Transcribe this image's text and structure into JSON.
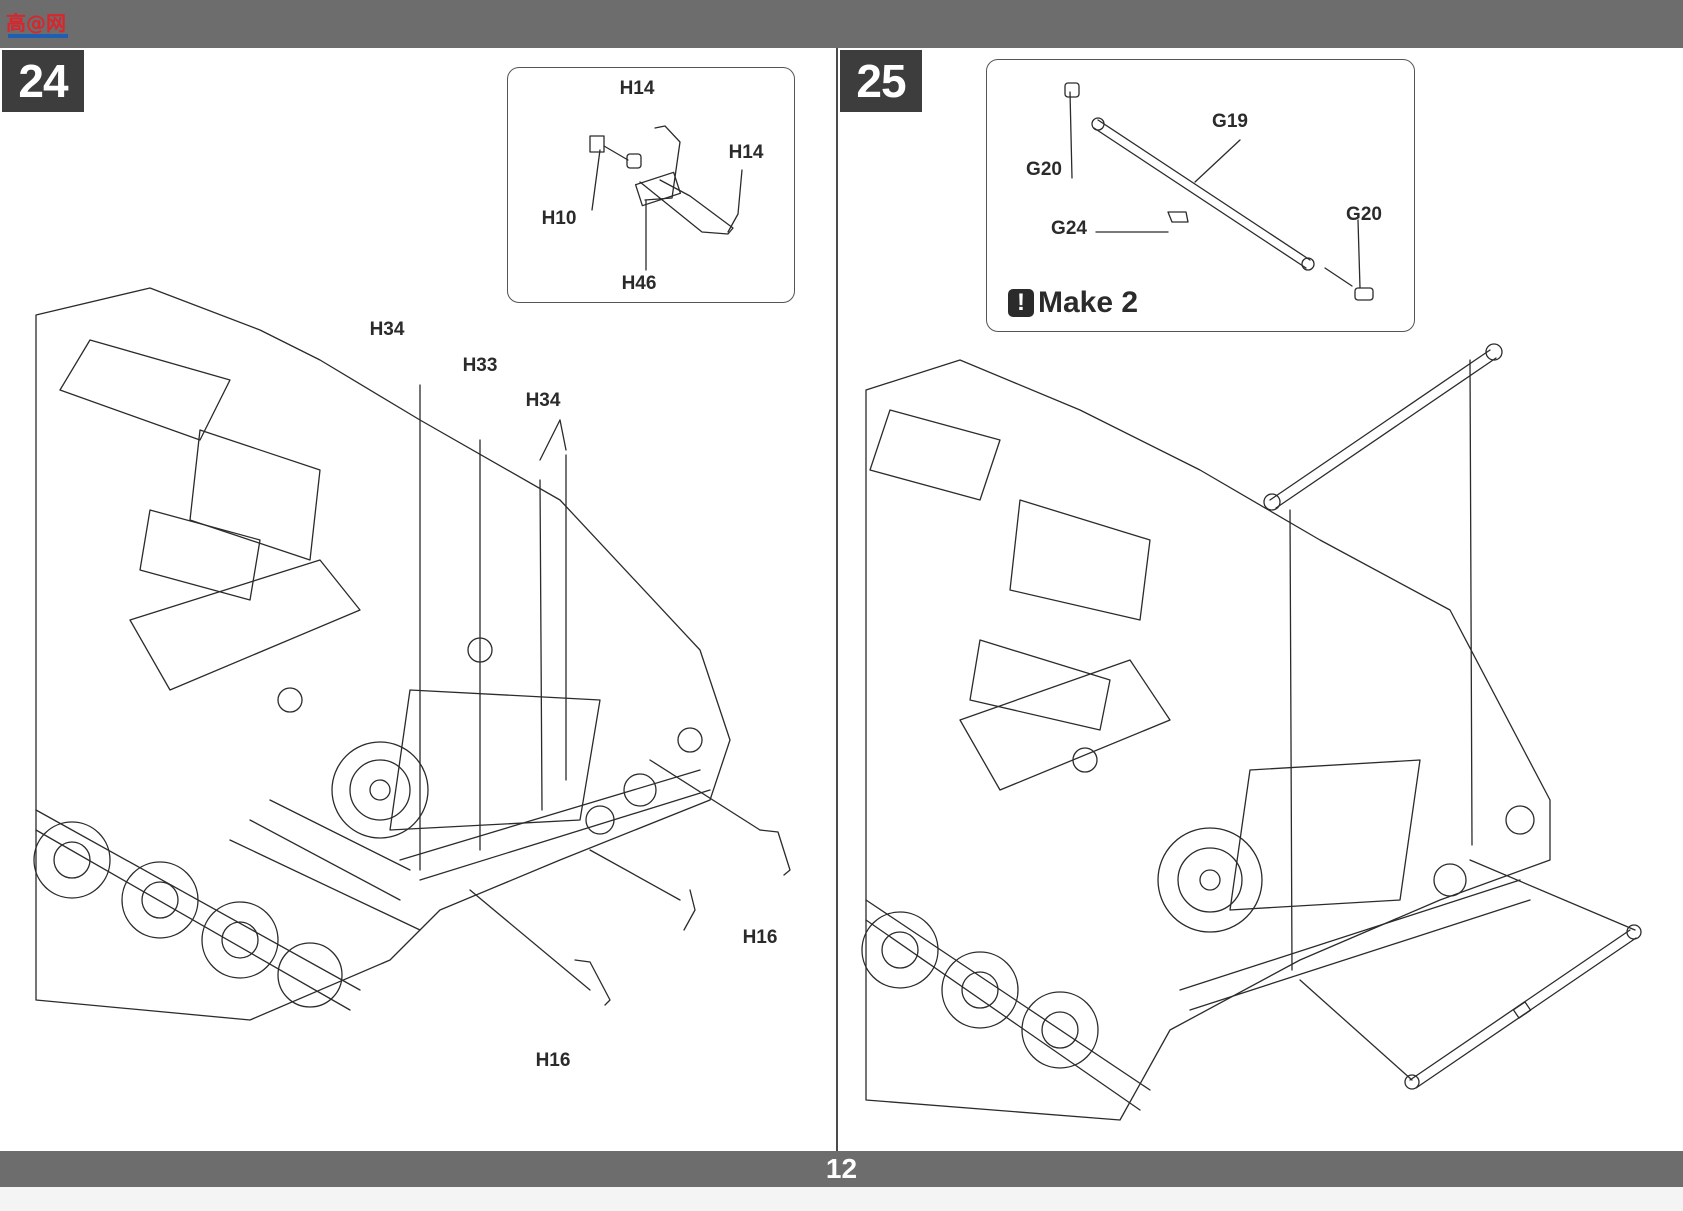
{
  "header": {
    "logo_text": "高@网"
  },
  "steps": [
    {
      "number": "24",
      "inset_labels": [
        "H14",
        "H14",
        "H10",
        "H46"
      ],
      "main_labels": [
        "H34",
        "H33",
        "H34",
        "H16",
        "H16"
      ]
    },
    {
      "number": "25",
      "inset_labels": [
        "G19",
        "G20",
        "G24",
        "G20"
      ],
      "note": "Make 2",
      "note_icon": "exclamation-icon"
    }
  ],
  "footer": {
    "page_number": "12"
  },
  "colors": {
    "bars": "#6d6d6d",
    "step_badge": "#3d3d3d",
    "line_art": "#2b2b2b"
  }
}
